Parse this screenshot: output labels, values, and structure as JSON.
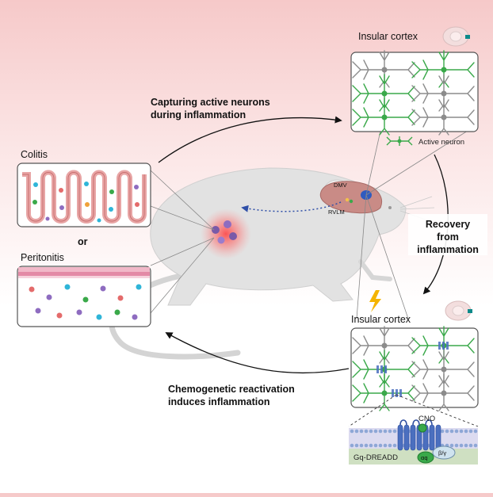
{
  "labels": {
    "insular_top": "Insular cortex",
    "insular_bottom": "Insular cortex",
    "capturing_line1": "Capturing active neurons",
    "capturing_line2": "during inflammation",
    "active_neuron": "Active neuron",
    "colitis": "Colitis",
    "or": "or",
    "peritonitis": "Peritonitis",
    "recovery_line1": "Recovery",
    "recovery_line2": "from",
    "recovery_line3": "inflammation",
    "chemo_line1": "Chemogenetic reactivation",
    "chemo_line2": "induces inflammation",
    "cno": "CNO",
    "gq_dreadd": "Gq-DREADD",
    "dmv": "DMV",
    "rvlm": "RVLM",
    "alpha_q": "αq",
    "beta_gamma": "β/γ"
  },
  "colors": {
    "active_neuron": "#3aa94a",
    "inactive_neuron": "#8c8c8c",
    "receptor": "#4b6fbf",
    "inflammation": "#f05a5a",
    "mouse_body": "#e3e3e3"
  },
  "neuron_states": {
    "top_panel": [
      "inactive",
      "active",
      "active",
      "inactive",
      "active",
      "inactive"
    ],
    "bottom_panel": [
      "inactive",
      "active-dreadd",
      "active-dreadd",
      "inactive",
      "active-dreadd",
      "inactive"
    ]
  }
}
